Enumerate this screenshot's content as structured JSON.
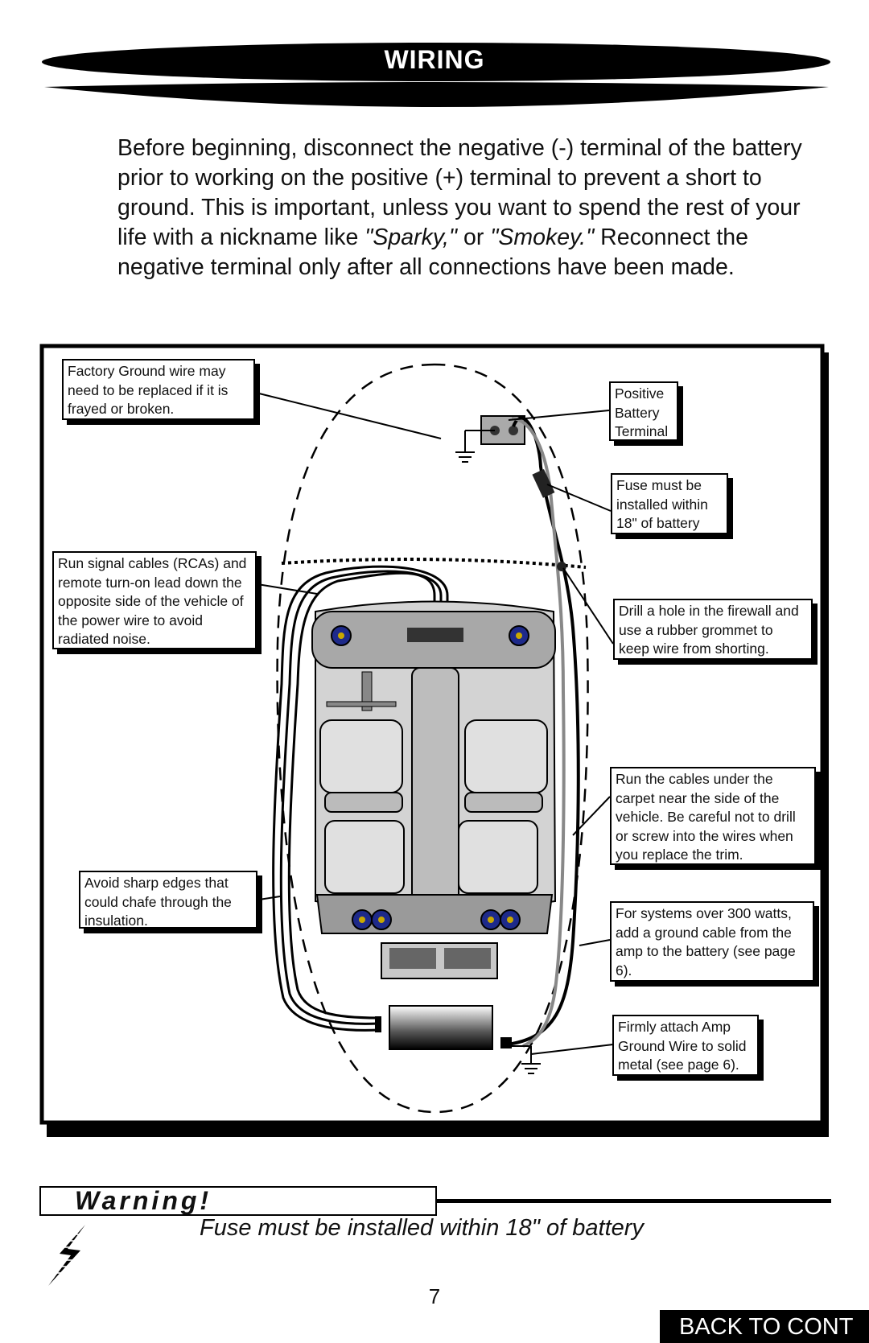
{
  "header": {
    "title": "WIRING"
  },
  "intro": {
    "part1": "Before beginning, disconnect the negative (-) terminal of the battery prior to working on the positive (+) terminal to prevent a short to ground. This is important, unless you want to spend the rest of your life with a nickname like ",
    "nickname1": "\"Sparky,\"",
    "or": " or ",
    "nickname2": "\"Smokey.\"",
    "part2": " Reconnect the negative terminal only after all connections have been made."
  },
  "callouts": {
    "factory_ground": "Factory Ground wire may need to be replaced if it is frayed or broken.",
    "positive_terminal": "Positive Battery Terminal",
    "fuse": "Fuse must be installed within 18\" of battery",
    "signal_cables": "Run signal cables (RCAs) and remote turn-on lead down the opposite side of the vehicle of the power wire to avoid radiated noise.",
    "firewall": "Drill a hole in the firewall and use a rubber grommet to keep wire from shorting.",
    "under_carpet": "Run the cables under the carpet near the side of the vehicle. Be careful not to drill or screw into the wires when you replace the trim.",
    "sharp_edges": "Avoid sharp edges that could chafe through the insulation.",
    "ground_cable": "For systems over 300 watts, add a ground cable from the amp to the battery (see page 6).",
    "amp_ground": "Firmly attach Amp Ground Wire to solid metal (see page 6)."
  },
  "warning": {
    "label": "Warning!",
    "text": "Fuse must be installed within 18\" of battery",
    "icon": "lightning-bolt-icon"
  },
  "page_number": "7",
  "back_button": "BACK TO CONT"
}
